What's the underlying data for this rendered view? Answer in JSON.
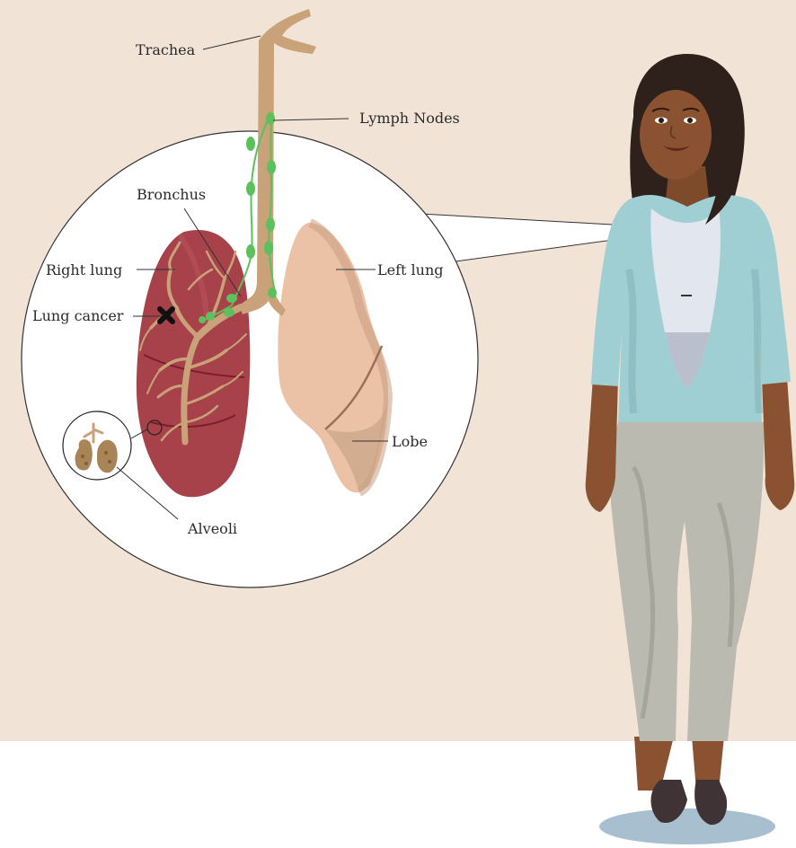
{
  "labels": {
    "trachea": "Trachea",
    "lymph_nodes": "Lymph Nodes",
    "bronchus": "Bronchus",
    "right_lung": "Right lung",
    "left_lung": "Left lung",
    "lung_cancer": "Lung cancer",
    "lobe": "Lobe",
    "alveoli": "Alveoli"
  },
  "colors": {
    "background": "#f1e4d6",
    "trachea": "#c9a27a",
    "lymph_node": "#5cc05c",
    "right_lung": "#a8424a",
    "left_lung": "#ecc2a6",
    "shirt": "#9fcfd3",
    "pants": "#babab0",
    "skin": "#8a5230"
  }
}
